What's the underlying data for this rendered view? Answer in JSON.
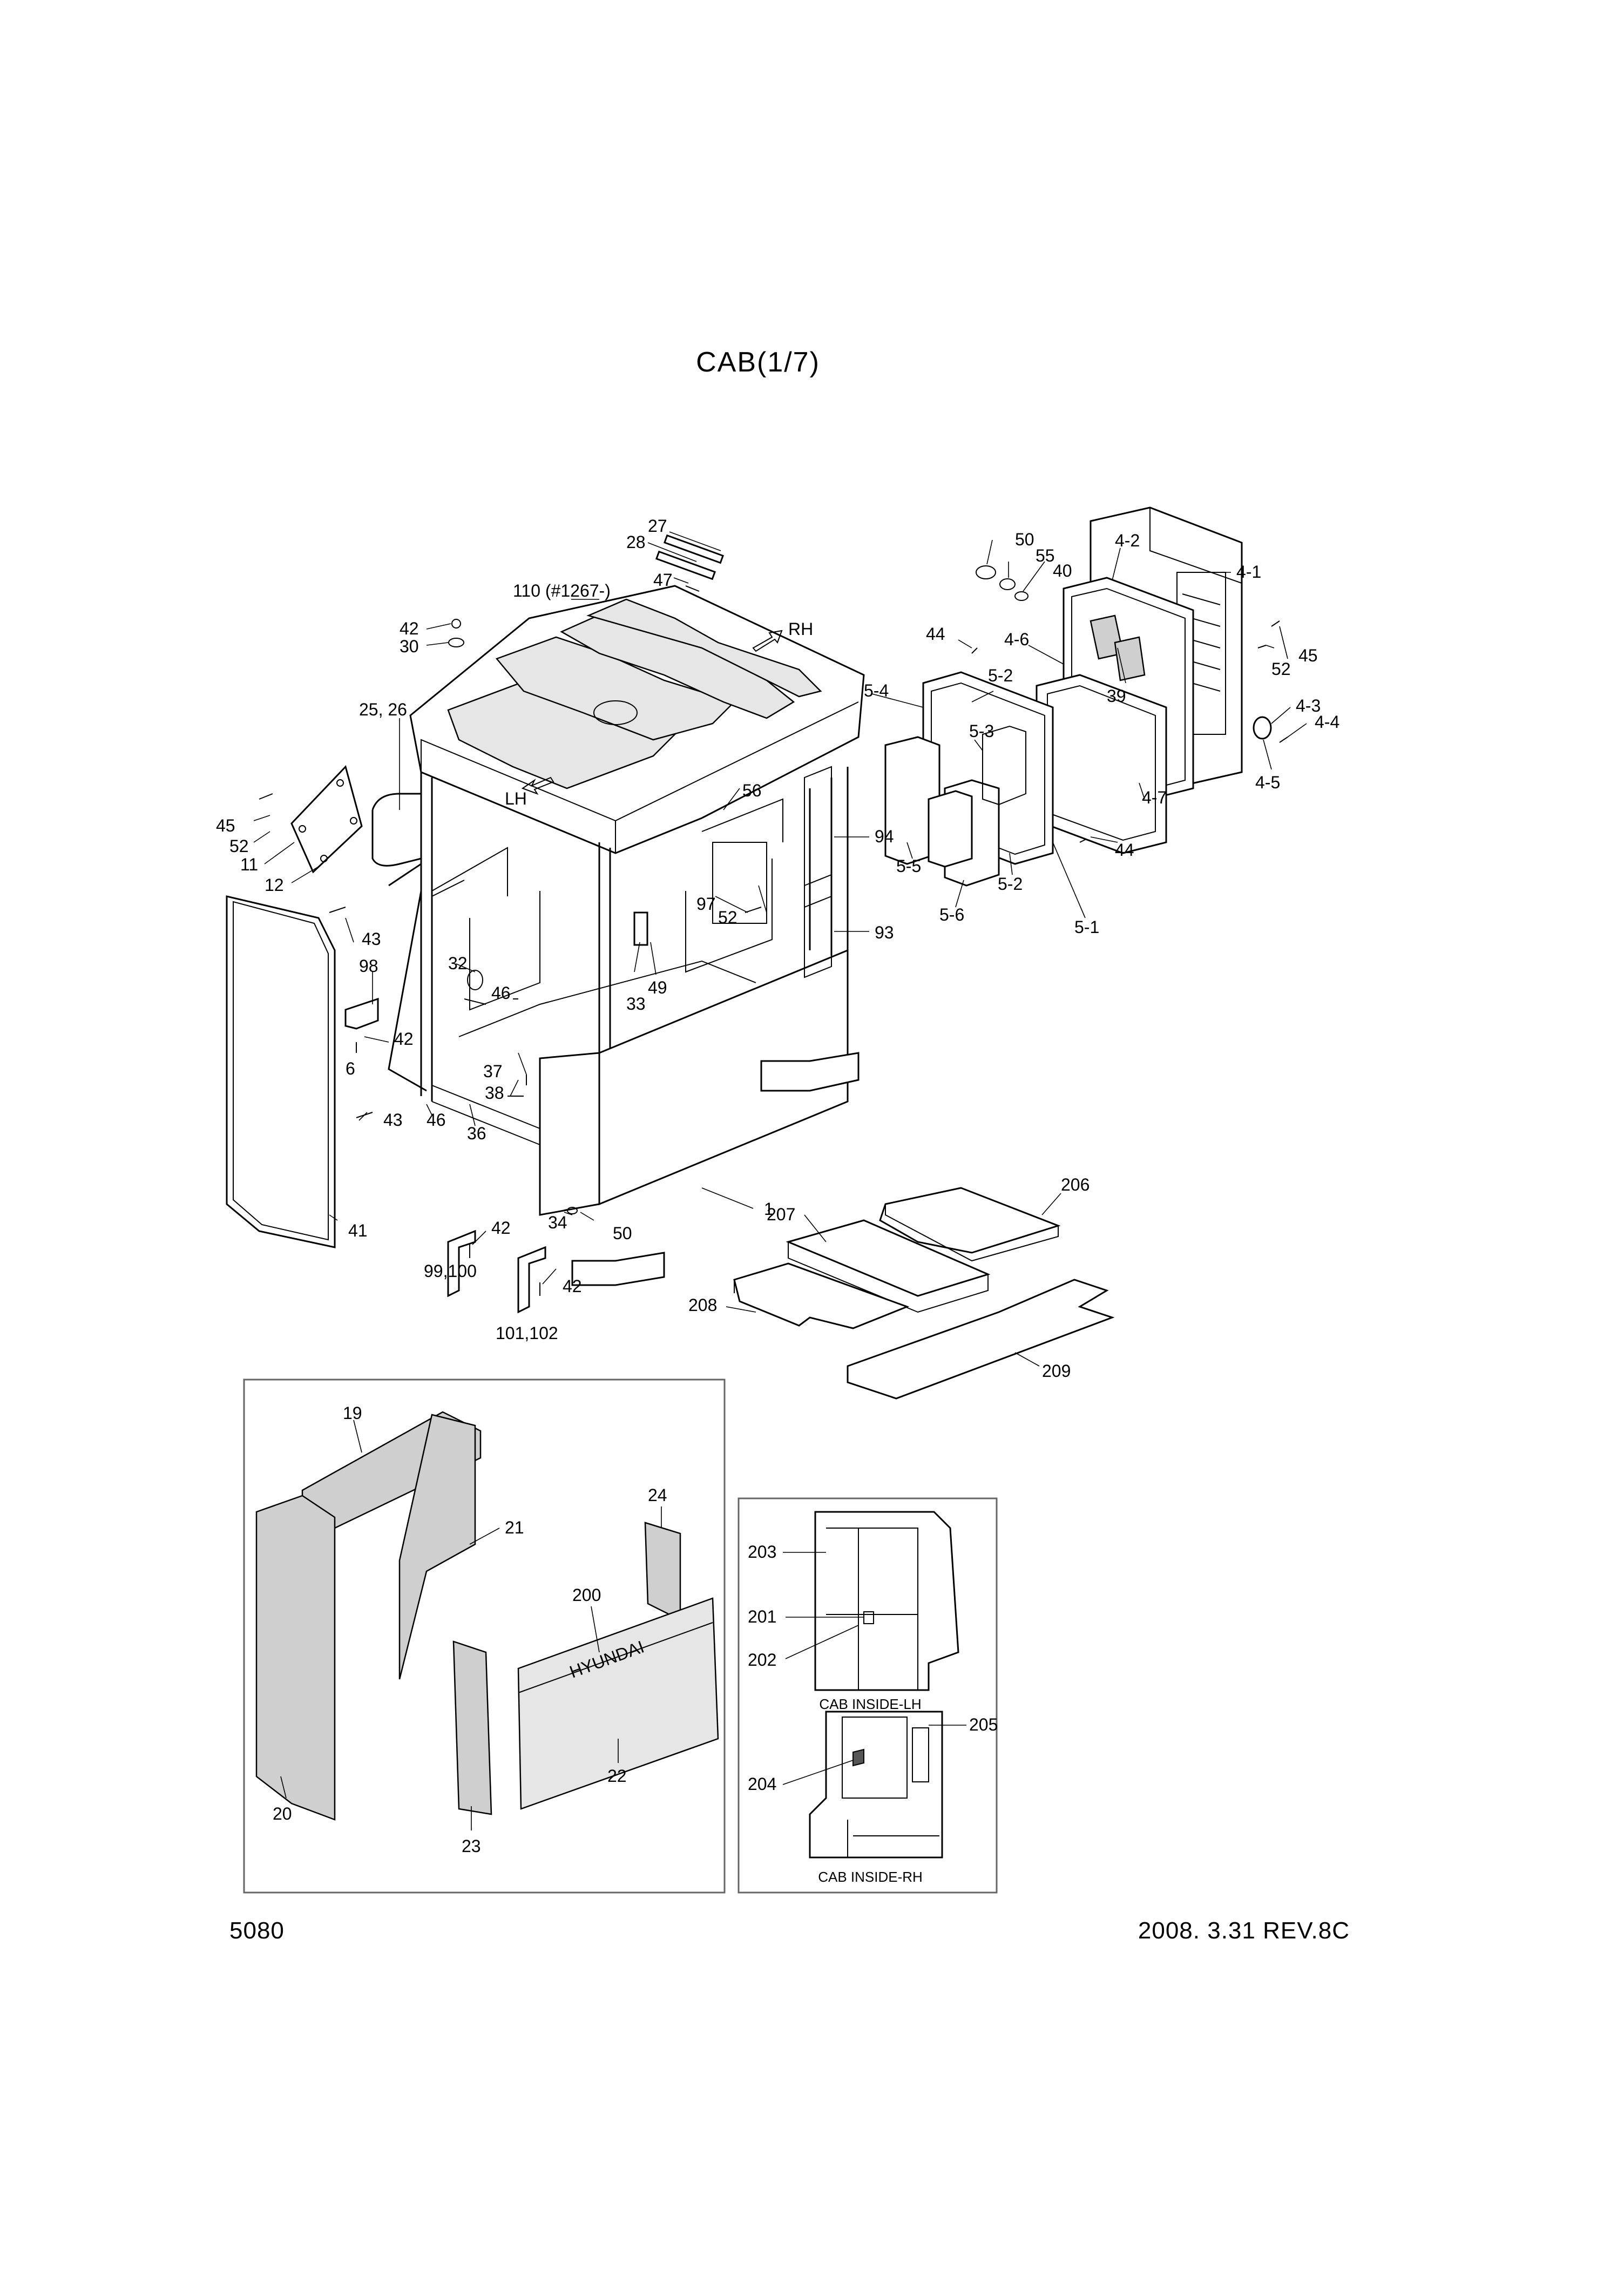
{
  "title": "CAB(1/7)",
  "page_number": "5080",
  "revision": "2008. 3.31  REV.8C",
  "brand_text": "HYUNDAI",
  "inset_labels": {
    "cab_inside_lh": "CAB INSIDE-LH",
    "cab_inside_rh": "CAB INSIDE-RH"
  },
  "direction_labels": {
    "rh": "RH",
    "lh": "LH"
  },
  "callouts": [
    {
      "id": "c-27",
      "text": "27"
    },
    {
      "id": "c-28",
      "text": "28"
    },
    {
      "id": "c-47",
      "text": "47"
    },
    {
      "id": "c-110",
      "text": "110 (#1267-)"
    },
    {
      "id": "c-42a",
      "text": "42"
    },
    {
      "id": "c-30",
      "text": "30"
    },
    {
      "id": "c-25-26",
      "text": "25, 26"
    },
    {
      "id": "c-45a",
      "text": "45"
    },
    {
      "id": "c-52a",
      "text": "52"
    },
    {
      "id": "c-11",
      "text": "11"
    },
    {
      "id": "c-12",
      "text": "12"
    },
    {
      "id": "c-43a",
      "text": "43"
    },
    {
      "id": "c-98",
      "text": "98"
    },
    {
      "id": "c-42b",
      "text": "42"
    },
    {
      "id": "c-6",
      "text": "6"
    },
    {
      "id": "c-43b",
      "text": "43"
    },
    {
      "id": "c-41",
      "text": "41"
    },
    {
      "id": "c-46a",
      "text": "46"
    },
    {
      "id": "c-36",
      "text": "36"
    },
    {
      "id": "c-42c",
      "text": "42"
    },
    {
      "id": "c-99-100",
      "text": "99,100"
    },
    {
      "id": "c-101-102",
      "text": "101,102"
    },
    {
      "id": "c-42d",
      "text": "42"
    },
    {
      "id": "c-32",
      "text": "32"
    },
    {
      "id": "c-46b",
      "text": "46"
    },
    {
      "id": "c-37",
      "text": "37"
    },
    {
      "id": "c-38",
      "text": "38"
    },
    {
      "id": "c-34",
      "text": "34"
    },
    {
      "id": "c-50a",
      "text": "50"
    },
    {
      "id": "c-1",
      "text": "1"
    },
    {
      "id": "c-56",
      "text": "56"
    },
    {
      "id": "c-97",
      "text": "97"
    },
    {
      "id": "c-52b",
      "text": "52"
    },
    {
      "id": "c-49",
      "text": "49"
    },
    {
      "id": "c-33",
      "text": "33"
    },
    {
      "id": "c-94",
      "text": "94"
    },
    {
      "id": "c-93",
      "text": "93"
    },
    {
      "id": "c-50b",
      "text": "50"
    },
    {
      "id": "c-55",
      "text": "55"
    },
    {
      "id": "c-40",
      "text": "40"
    },
    {
      "id": "c-4-2",
      "text": "4-2"
    },
    {
      "id": "c-4-1",
      "text": "4-1"
    },
    {
      "id": "c-44a",
      "text": "44"
    },
    {
      "id": "c-4-6",
      "text": "4-6"
    },
    {
      "id": "c-39",
      "text": "39"
    },
    {
      "id": "c-45b",
      "text": "45"
    },
    {
      "id": "c-52c",
      "text": "52"
    },
    {
      "id": "c-4-3",
      "text": "4-3"
    },
    {
      "id": "c-4-4",
      "text": "4-4"
    },
    {
      "id": "c-4-5",
      "text": "4-5"
    },
    {
      "id": "c-5-4",
      "text": "5-4"
    },
    {
      "id": "c-5-2a",
      "text": "5-2"
    },
    {
      "id": "c-5-3",
      "text": "5-3"
    },
    {
      "id": "c-4-7",
      "text": "4-7"
    },
    {
      "id": "c-44b",
      "text": "44"
    },
    {
      "id": "c-5-5",
      "text": "5-5"
    },
    {
      "id": "c-5-6",
      "text": "5-6"
    },
    {
      "id": "c-5-2b",
      "text": "5-2"
    },
    {
      "id": "c-5-1",
      "text": "5-1"
    },
    {
      "id": "c-206",
      "text": "206"
    },
    {
      "id": "c-207",
      "text": "207"
    },
    {
      "id": "c-208",
      "text": "208"
    },
    {
      "id": "c-209",
      "text": "209"
    },
    {
      "id": "c-19",
      "text": "19"
    },
    {
      "id": "c-21",
      "text": "21"
    },
    {
      "id": "c-20",
      "text": "20"
    },
    {
      "id": "c-23",
      "text": "23"
    },
    {
      "id": "c-24",
      "text": "24"
    },
    {
      "id": "c-200",
      "text": "200"
    },
    {
      "id": "c-22",
      "text": "22"
    },
    {
      "id": "c-203",
      "text": "203"
    },
    {
      "id": "c-201",
      "text": "201"
    },
    {
      "id": "c-202",
      "text": "202"
    },
    {
      "id": "c-205",
      "text": "205"
    },
    {
      "id": "c-204",
      "text": "204"
    }
  ]
}
